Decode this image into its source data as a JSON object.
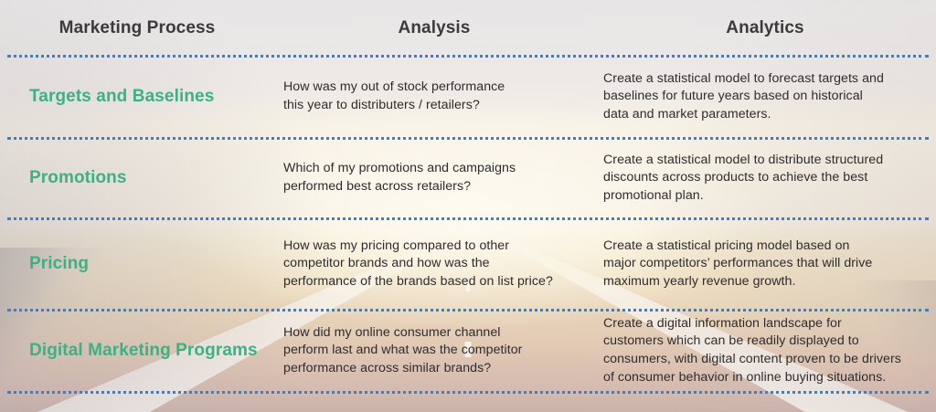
{
  "theme": {
    "accent_green": "#3cb185",
    "header_text": "#3d3a3c",
    "body_text": "#2e2c2e",
    "separator_blue": "#3f7fbf"
  },
  "headers": {
    "process": "Marketing Process",
    "analysis": "Analysis",
    "analytics": "Analytics"
  },
  "rows": [
    {
      "process": "Targets and Baselines",
      "analysis_lines": [
        "How was my out of stock performance",
        "this year to distributers / retailers?"
      ],
      "analytics_lines": [
        "Create a statistical model to forecast targets and",
        "baselines for future years based on historical",
        "data and market parameters."
      ]
    },
    {
      "process": "Promotions",
      "analysis_lines": [
        "Which of my promotions and campaigns",
        "performed best across retailers?"
      ],
      "analytics_lines": [
        "Create a statistical model to distribute structured",
        "discounts across products to achieve the best",
        "promotional plan."
      ]
    },
    {
      "process": "Pricing",
      "analysis_lines": [
        "How was my pricing compared to other",
        "competitor brands and how was the",
        "performance of the brands based on list price?"
      ],
      "analytics_lines": [
        "Create a statistical pricing model based on",
        "major competitors’ performances that will drive",
        "maximum yearly revenue growth."
      ]
    },
    {
      "process": "Digital Marketing Programs",
      "analysis_lines": [
        "How did my online consumer channel",
        "perform last and what was the competitor",
        "performance across similar brands?"
      ],
      "analytics_lines": [
        "Create a digital information landscape for",
        "customers which can be readily displayed to",
        "consumers, with digital content proven to be drivers",
        "of consumer behavior in online buying situations."
      ]
    }
  ]
}
